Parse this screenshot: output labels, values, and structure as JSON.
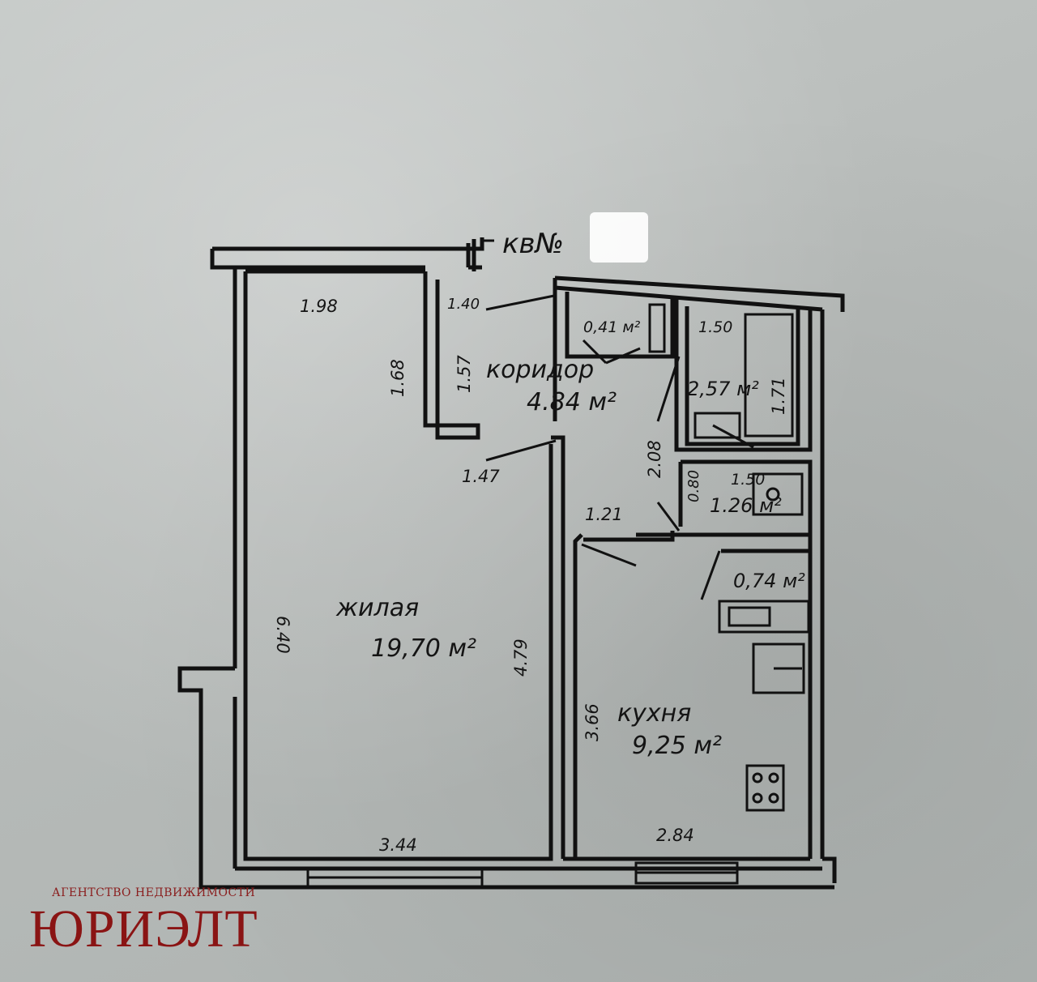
{
  "header": {
    "label": "кв№"
  },
  "rooms": {
    "living": {
      "name": "жилая",
      "area": "19,70 м²"
    },
    "corridor": {
      "name": "коридор",
      "area": "4.84 м²"
    },
    "kitchen": {
      "name": "кухня",
      "area": "9,25 м²"
    },
    "bath": {
      "area": "2,57 м²"
    },
    "wc": {
      "area": "1.26 м²"
    },
    "storage": {
      "area": "0,41 м²"
    },
    "niche": {
      "area": "0,74 м²"
    }
  },
  "dimensions": {
    "living_top": "1.98",
    "living_left": "6.40",
    "living_bottom": "3.44",
    "living_right": "4.79",
    "niche_h1": "1.68",
    "niche_h2": "1.57",
    "corridor_top": "1.40",
    "corridor_door": "1.47",
    "corridor_right": "2.08",
    "kitchen_top": "1.21",
    "kitchen_left": "3.66",
    "kitchen_bottom": "2.84",
    "bath_top": "1.50",
    "bath_right": "1.71",
    "wc_top": "1.50",
    "wc_left": "0.80"
  },
  "agency": {
    "caption": "АГЕНТСТВО НЕДВИЖИМОСТИ",
    "name": "ЮРИЭЛТ"
  },
  "colors": {
    "ink": "#111111",
    "paper": "#bcc0be",
    "brand": "#8a1414"
  }
}
